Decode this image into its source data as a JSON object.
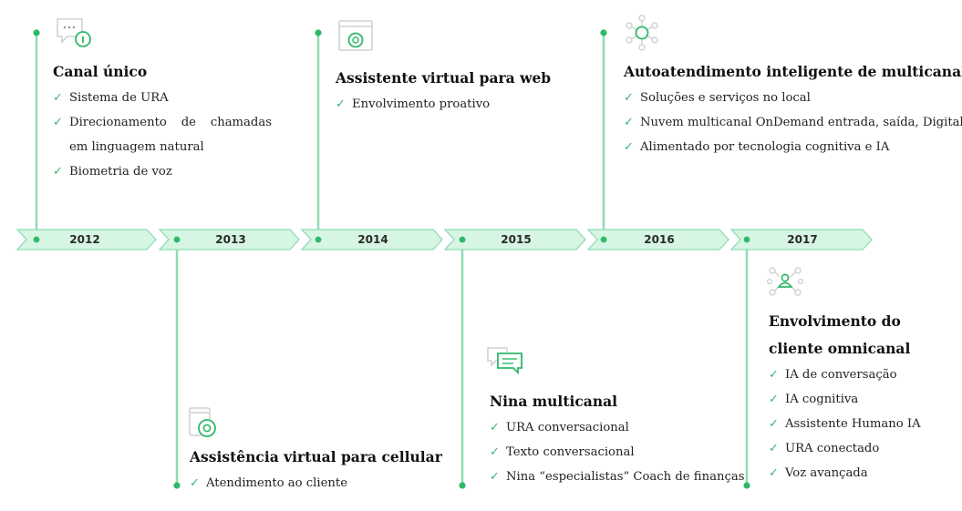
{
  "timeline": {
    "years": [
      "2012",
      "2013",
      "2014",
      "2015",
      "2016",
      "2017"
    ],
    "colors": {
      "line": "#8fdcb1",
      "dot": "#2fb86a",
      "arrow_fill": "#d6f5e3",
      "arrow_stroke": "#8fdcb1",
      "check": "#3cb46e"
    }
  },
  "milestones": [
    {
      "title": "Canal único",
      "icon": "chat-info-icon",
      "items": [
        "Sistema de URA",
        "Direcionamento de chamadas em linguagem natural",
        "Biometria de voz"
      ]
    },
    {
      "title": "Assistência virtual para cellular",
      "icon": "mobile-assistant-icon",
      "items": [
        "Atendimento ao cliente"
      ]
    },
    {
      "title": "Assistente virtual para web",
      "icon": "web-assistant-icon",
      "items": [
        "Envolvimento proativo"
      ]
    },
    {
      "title": "Nina multicanal",
      "icon": "chat-bubbles-icon",
      "items": [
        "URA conversacional",
        "Texto conversacional",
        "Nina “especialistas” Coach de finanças"
      ]
    },
    {
      "title": "Autoatendimento inteligente de multicanal",
      "icon": "network-hub-icon",
      "items": [
        "Soluções e serviços no local",
        "Nuvem multicanal OnDemand entrada, saída, Digital",
        "Alimentado por tecnologia cognitiva e IA"
      ]
    },
    {
      "title": "Envolvimento do cliente omnicanal",
      "icon": "people-network-icon",
      "items": [
        "IA de conversação",
        "IA cognitiva",
        "Assistente Humano IA",
        "URA conectado",
        "Voz avançada"
      ]
    }
  ]
}
